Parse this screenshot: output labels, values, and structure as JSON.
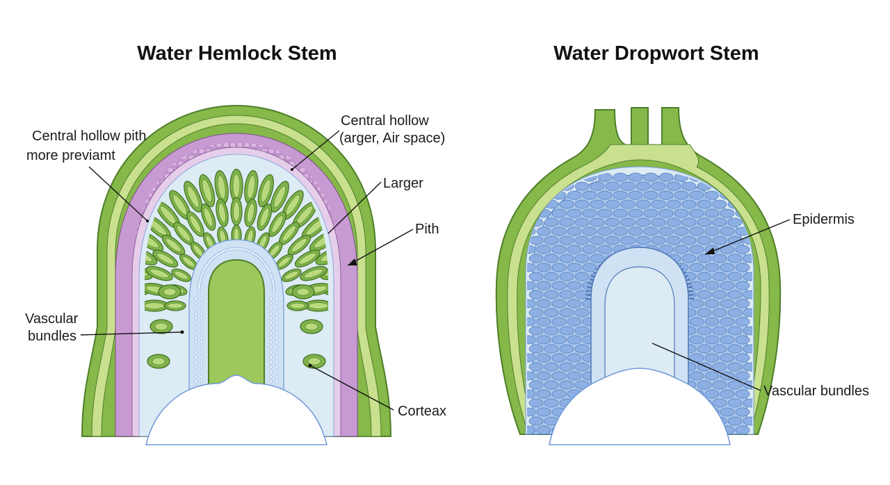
{
  "left_panel": {
    "title": "Water Hemlock Stem",
    "labels": {
      "central_hollow_pith_line1": "Central hollow pith",
      "central_hollow_pith_line2": "more previamt",
      "central_hollow_line1": "Central hollow",
      "central_hollow_line2": "(arger, Air space)",
      "larger": "Larger",
      "pith": "Pith",
      "vascular_bundles_line1": "Vascular",
      "vascular_bundles_line2": "bundles",
      "cortex": "Corteax"
    }
  },
  "right_panel": {
    "title": "Water Dropwort Stem",
    "labels": {
      "epidermis": "Epidermis",
      "vascular_bundles": "Vascular bundles"
    }
  },
  "colors": {
    "epidermis_green": "#86b84a",
    "epidermis_light": "#c9e08e",
    "cortex_purple": "#c89ad2",
    "cortex_purple_light": "#e6cdea",
    "pale_blue": "#dcebf4",
    "tissue_blue": "#a9c6ea",
    "cell_blue": "#6f98d8",
    "pith_green": "#9cc85c",
    "outline": "#4e7e2a"
  }
}
